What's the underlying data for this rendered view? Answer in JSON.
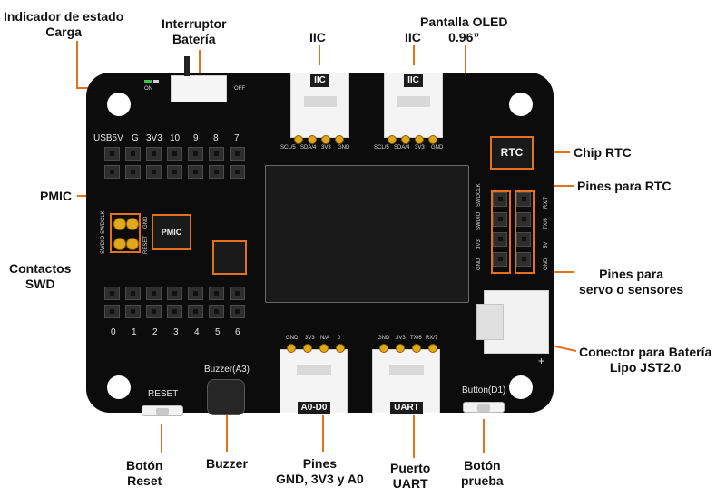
{
  "colors": {
    "accent": "#e5701d",
    "board": "#0c0c0c"
  },
  "callouts": {
    "indicador_line1": "Indicador de estado",
    "indicador_line2": "Carga",
    "interruptor_line1": "Interruptor",
    "interruptor_line2": "Batería",
    "iic_left": "IIC",
    "iic_right": "IIC",
    "oled_line1": "Pantalla OLED",
    "oled_line2": "0.96”",
    "chip_rtc": "Chip RTC",
    "pines_rtc": "Pines para RTC",
    "pmic": "PMIC",
    "contactos_line1": "Contactos",
    "contactos_line2": "SWD",
    "pines_servo_line1": "Pines para",
    "pines_servo_line2": "servo o sensores",
    "conector_line1": "Conector para Batería",
    "conector_line2": "Lipo JST2.0",
    "boton_reset_line1": "Botón",
    "boton_reset_line2": "Reset",
    "buzzer": "Buzzer",
    "pines_gnd_line1": "Pines",
    "pines_gnd_line2": "GND, 3V3 y A0",
    "puerto_uart_line1": "Puerto",
    "puerto_uart_line2": "UART",
    "boton_prueba_line1": "Botón",
    "boton_prueba_line2": "prueba"
  },
  "board": {
    "on_label": "ON",
    "off_label": "OFF",
    "iic_connector_left": "IIC",
    "iic_connector_right": "IIC",
    "iic_pins_left": [
      "SCL/5",
      "SDA/4",
      "3V3",
      "GND"
    ],
    "iic_pins_right": [
      "SCL/5",
      "SDA/4",
      "3V3",
      "GND"
    ],
    "top_header_labels": [
      "USB5V",
      "G",
      "3V3",
      "10",
      "9",
      "8",
      "7"
    ],
    "bottom_header_labels": [
      "0",
      "1",
      "2",
      "3",
      "4",
      "5",
      "6"
    ],
    "pmic_chip": "PMIC",
    "rtc_chip": "RTC",
    "swd_labels": [
      "SWDCLK",
      "SWDIO",
      "GND",
      "RESET"
    ],
    "rtc_pin_labels": [
      "SWDCLK",
      "SWDIO",
      "3V3",
      "GND"
    ],
    "servo_pin_labels": [
      "RX/7",
      "TX/6",
      "5V",
      "GND"
    ],
    "reset_label": "RESET",
    "buzzer_label": "Buzzer(A3)",
    "button_label": "Button(D1)",
    "a0_pins": [
      "GND",
      "3V3",
      "N/A",
      "0"
    ],
    "uart_pins": [
      "GND",
      "3V3",
      "TX/6",
      "RX/7"
    ],
    "a0_connector": "A0-D0",
    "uart_connector": "UART",
    "battery_plus": "+"
  }
}
